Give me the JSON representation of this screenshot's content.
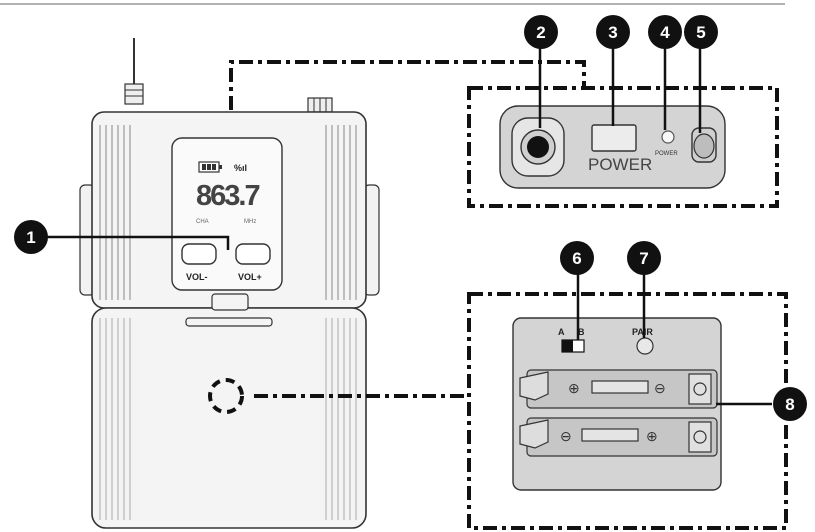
{
  "device": {
    "display_digits": "863.7",
    "display_left_label": "CHA",
    "display_right_label": "MHz",
    "signal_label": "%ıl",
    "vol_minus_label": "VOL-",
    "vol_plus_label": "VOL+"
  },
  "top_panel": {
    "power_label": "POWER",
    "power_led_label": "POWER"
  },
  "bottom_panel": {
    "switch_a_label": "A",
    "switch_b_label": "B",
    "pair_label": "PAIR",
    "plus_symbol": "⊕",
    "minus_symbol": "⊖"
  },
  "callouts": [
    "1",
    "2",
    "3",
    "4",
    "5",
    "6",
    "7",
    "8"
  ],
  "colors": {
    "outline": "#333333",
    "body_fill": "#f4f4f4",
    "panel_fill": "#d4d4d4",
    "callout_fill": "#111111"
  }
}
